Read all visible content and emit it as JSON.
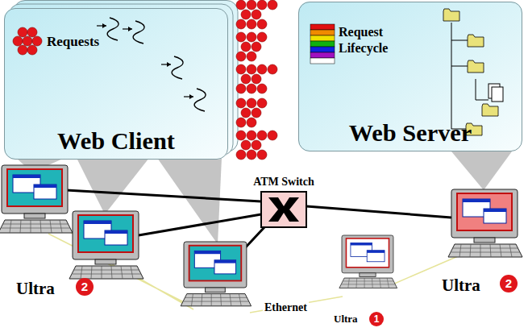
{
  "diagram": {
    "nodes": [
      {
        "text": [
          "Web Client"
        ]
      },
      {
        "text": [
          "Web Server"
        ]
      },
      {
        "text": [
          "ATM Switch"
        ]
      }
    ],
    "labels": [
      "Requests",
      "Request Lifecycle",
      "Ultra",
      "2",
      "Ethernet",
      "Ultra",
      "1",
      "Ultra",
      "2"
    ]
  }
}
